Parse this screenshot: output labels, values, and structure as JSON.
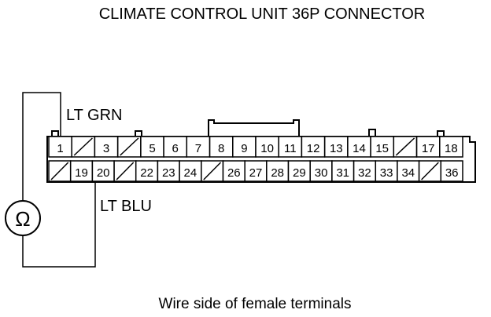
{
  "title": "CLIMATE CONTROL UNIT 36P CONNECTOR",
  "caption": "Wire side of female terminals",
  "wires": {
    "upper": "LT GRN",
    "lower": "LT BLU"
  },
  "meter_symbol": "Ω",
  "top_row": [
    "1",
    "",
    "3",
    "",
    "5",
    "6",
    "7",
    "8",
    "9",
    "10",
    "11",
    "12",
    "13",
    "14",
    "15",
    "",
    "17",
    "18"
  ],
  "bottom_row": [
    "",
    "19",
    "20",
    "",
    "22",
    "23",
    "24",
    "",
    "26",
    "27",
    "28",
    "29",
    "30",
    "31",
    "32",
    "33",
    "34",
    "",
    "36"
  ]
}
